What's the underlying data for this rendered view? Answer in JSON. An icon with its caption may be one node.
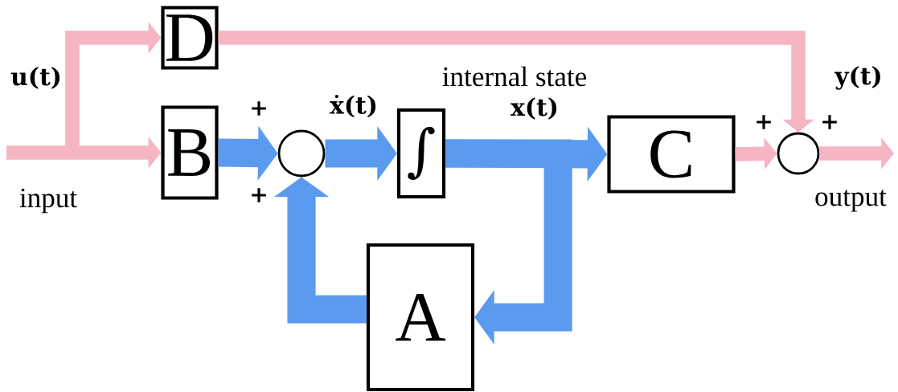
{
  "diagram": {
    "nodes": [
      {
        "text": [
          "D"
        ]
      },
      {
        "text": [
          "B"
        ]
      },
      {
        "text": [],
        "shape": "circle"
      },
      {
        "text": [
          "∫"
        ]
      },
      {
        "text": [
          "C"
        ]
      },
      {
        "text": [
          "A"
        ]
      },
      {
        "text": [],
        "shape": "circle"
      }
    ],
    "edges": [
      {
        "from": null,
        "to": 1,
        "arrow": "to",
        "color": "#f5b5c3"
      },
      {
        "from": null,
        "to": 0,
        "arrow": "to",
        "color": "#f5b5c3"
      },
      {
        "from": 1,
        "to": 2,
        "arrow": "to",
        "style": "thick",
        "color": "#5b9bef"
      },
      {
        "from": 2,
        "to": 3,
        "arrow": "to",
        "style": "thick",
        "color": "#5b9bef",
        "label": "ẋ(t)"
      },
      {
        "from": 3,
        "to": 4,
        "arrow": "to",
        "style": "thick",
        "color": "#5b9bef",
        "label": "x(t)"
      },
      {
        "from": 3,
        "to": 5,
        "arrow": "to",
        "style": "thick",
        "color": "#5b9bef"
      },
      {
        "from": 5,
        "to": 2,
        "arrow": "to",
        "style": "thick",
        "color": "#5b9bef"
      },
      {
        "from": 0,
        "to": 6,
        "arrow": "to",
        "color": "#f5b5c3"
      },
      {
        "from": 4,
        "to": 6,
        "arrow": "to",
        "color": "#f5b5c3"
      },
      {
        "from": 6,
        "to": null,
        "arrow": "to",
        "color": "#f5b5c3"
      }
    ],
    "labels": [
      "u(t)",
      "internal state",
      "y(t)",
      "+",
      "+",
      "+",
      "+",
      "input",
      "output"
    ]
  }
}
